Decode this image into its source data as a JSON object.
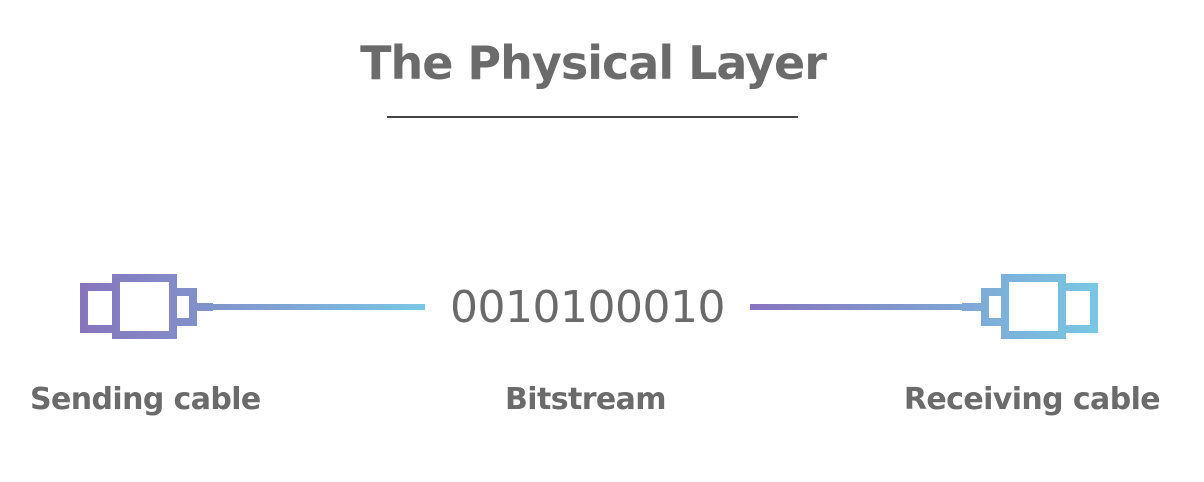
{
  "title": "The Physical Layer",
  "bitstream_value": "0010100010",
  "labels": {
    "sending": "Sending cable",
    "bitstream": "Bitstream",
    "receiving": "Receiving cable"
  },
  "colors": {
    "gradient_start": "#8674bd",
    "gradient_end": "#79c7e4",
    "text": "#6b6b6b"
  },
  "icons": [
    "sending-cable-plug-icon",
    "receiving-cable-plug-icon"
  ]
}
